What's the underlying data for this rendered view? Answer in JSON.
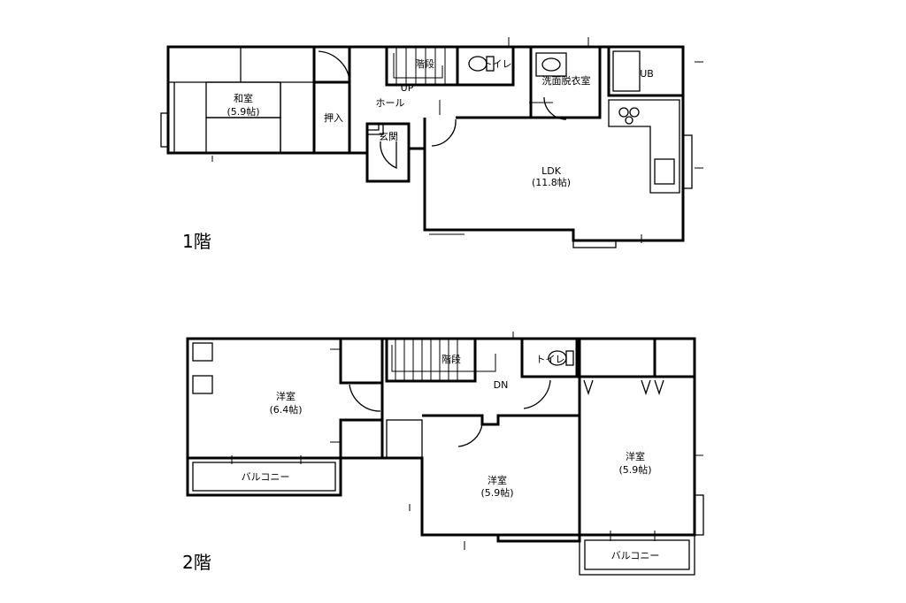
{
  "floor1": {
    "label": "1階",
    "rooms": {
      "washitsu": "和室",
      "washitsu_size": "(5.9帖)",
      "oshiire": "押入",
      "stairs": "階段",
      "up": "UP",
      "toilet": "トイレ",
      "hall": "ホール",
      "entrance": "玄関",
      "washroom": "洗面脱衣室",
      "ub": "UB",
      "ldk": "LDK",
      "ldk_size": "(11.8帖)"
    }
  },
  "floor2": {
    "label": "2階",
    "rooms": {
      "room_a": "洋室",
      "room_a_size": "(6.4帖)",
      "stairs": "階段",
      "down": "DN",
      "toilet": "トイレ",
      "room_b": "洋室",
      "room_b_size": "(5.9帖)",
      "room_c": "洋室",
      "room_c_size": "(5.9帖)",
      "balcony_left": "バルコニー",
      "balcony_right": "バルコニー"
    }
  }
}
